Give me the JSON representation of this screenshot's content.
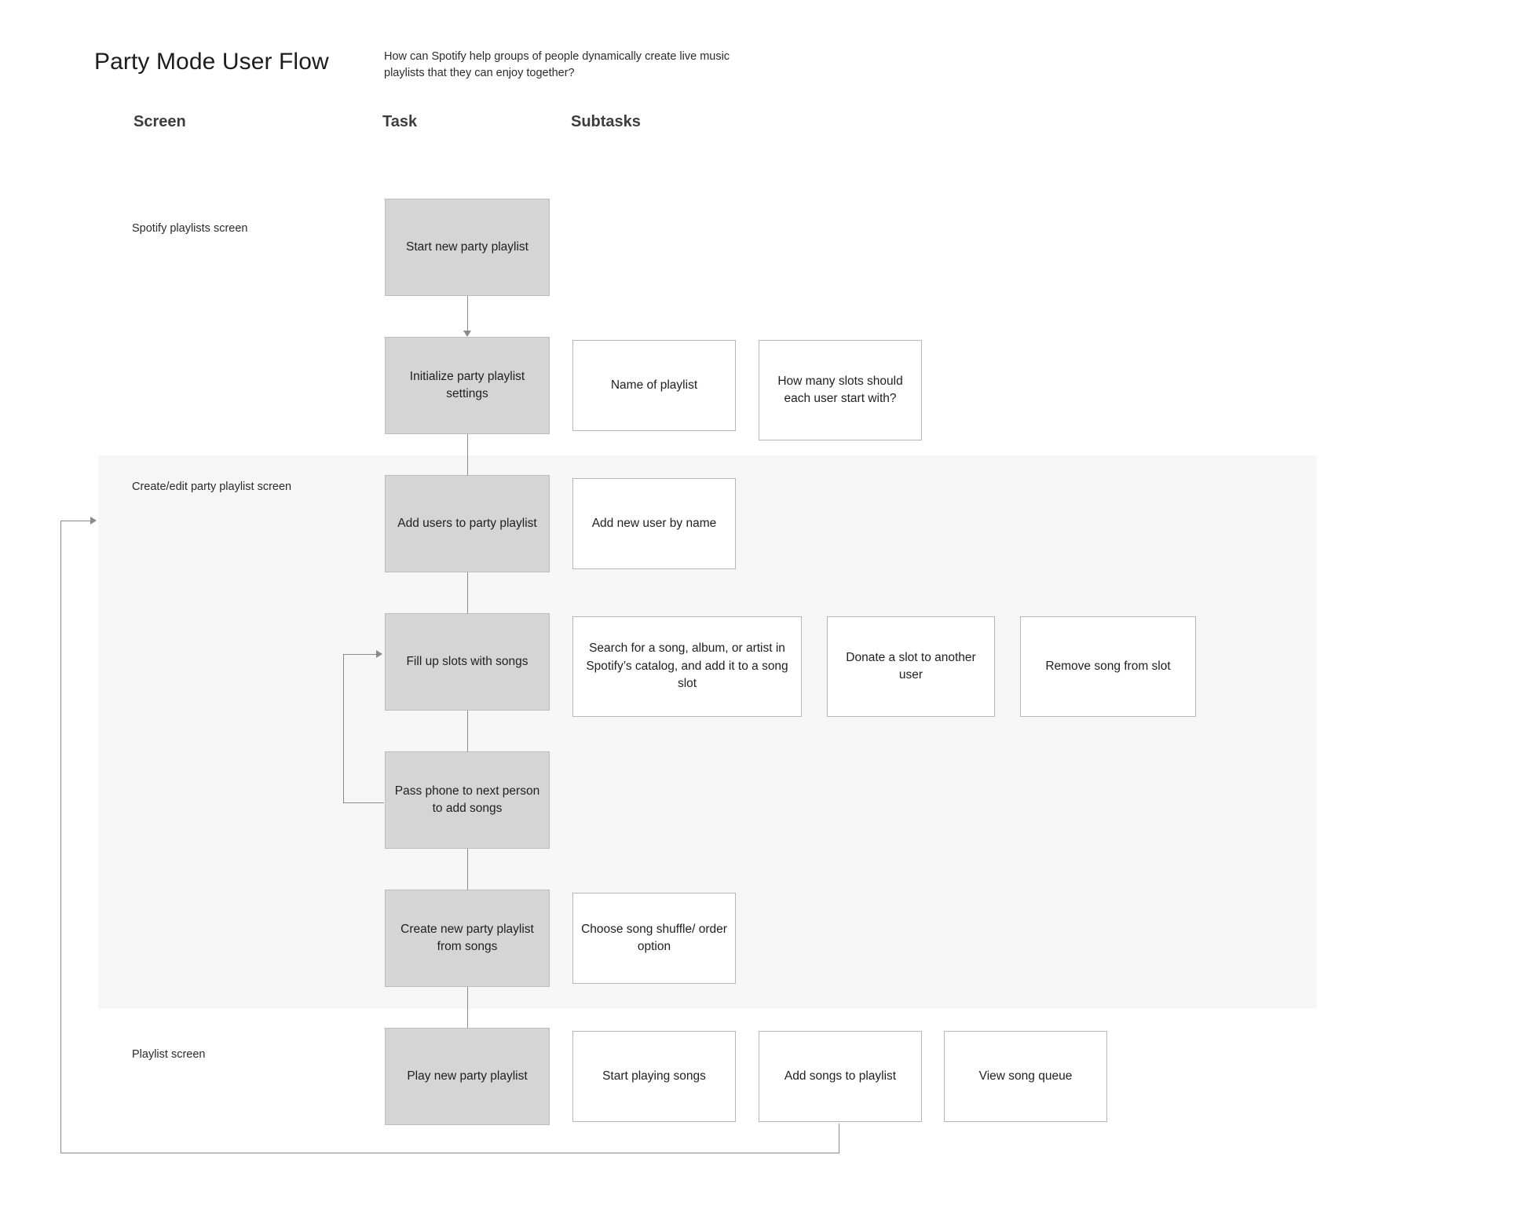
{
  "header": {
    "title": "Party Mode User Flow",
    "subtitle": "How can Spotify help groups of people dynamically create live music playlists that they can enjoy together?"
  },
  "columns": {
    "screen": "Screen",
    "task": "Task",
    "subtasks": "Subtasks"
  },
  "screens": [
    {
      "label": "Spotify playlists screen"
    },
    {
      "label": "Create/edit party playlist screen"
    },
    {
      "label": "Playlist screen"
    }
  ],
  "tasks": [
    {
      "label": "Start new party playlist"
    },
    {
      "label": "Initialize party playlist settings"
    },
    {
      "label": "Add users to party playlist"
    },
    {
      "label": "Fill up slots with songs"
    },
    {
      "label": "Pass phone to next person to add songs"
    },
    {
      "label": "Create new party playlist from songs"
    },
    {
      "label": "Play new party playlist"
    }
  ],
  "subtasks": [
    {
      "label": "Name of playlist"
    },
    {
      "label": "How many slots should each user start with?"
    },
    {
      "label": "Add new user by name"
    },
    {
      "label": "Search for a song, album, or artist in Spotify’s catalog, and add it to a song slot"
    },
    {
      "label": "Donate a slot to another user"
    },
    {
      "label": "Remove song from slot"
    },
    {
      "label": "Choose song shuffle/ order option"
    },
    {
      "label": "Start playing songs"
    },
    {
      "label": "Add songs to playlist"
    },
    {
      "label": "View song queue"
    }
  ],
  "colors": {
    "task_fill": "#d5d5d5",
    "task_border": "#bcbcbc",
    "subtask_fill": "#ffffff",
    "subtask_border": "#b7b7b7",
    "panel_fill": "#f6f6f6",
    "connector": "#8a8a8a",
    "text": "#1f1f1f",
    "header_text": "#3d3d3d"
  }
}
